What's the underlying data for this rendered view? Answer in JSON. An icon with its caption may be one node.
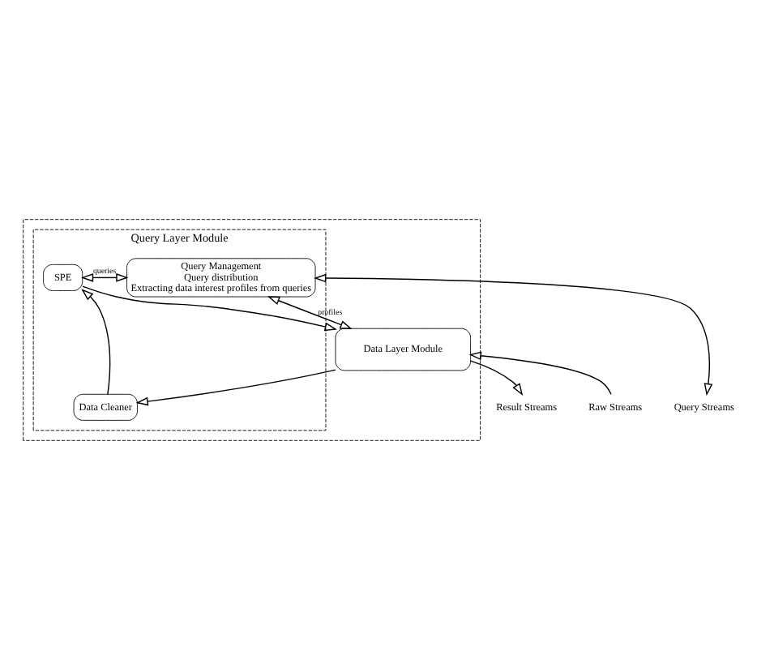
{
  "diagram": {
    "nodes": [
      {
        "text": [],
        "shape": "box"
      },
      {
        "text": [
          "Query Layer Module"
        ],
        "in": 0
      },
      {
        "text": [
          "SPE"
        ],
        "in": 1
      },
      {
        "text": [
          "Query Management",
          "Query distribution",
          "Extracting data interest profiles from queries"
        ],
        "in": 1
      },
      {
        "text": [
          "Data Cleaner"
        ],
        "in": 1
      },
      {
        "text": [
          "Data Layer Module"
        ],
        "in": 0
      },
      {
        "text": [
          "Raw Streams"
        ]
      },
      {
        "text": [
          "Result Streams"
        ]
      },
      {
        "text": [
          "Query Streams"
        ]
      }
    ],
    "edges": [
      {
        "from": 2,
        "to": 3,
        "arrow": "both",
        "label": "queries"
      },
      {
        "from": 4,
        "to": 2,
        "arrow": "to"
      },
      {
        "from": 2,
        "to": 5,
        "arrow": "to"
      },
      {
        "from": 5,
        "to": 4,
        "arrow": "to"
      },
      {
        "from": 5,
        "to": 3,
        "arrow": "both",
        "label": "profiles"
      },
      {
        "from": 6,
        "to": 5,
        "arrow": "to"
      },
      {
        "from": 5,
        "to": 7,
        "arrow": "to"
      },
      {
        "from": 3,
        "to": 8,
        "arrow": "both"
      }
    ]
  }
}
